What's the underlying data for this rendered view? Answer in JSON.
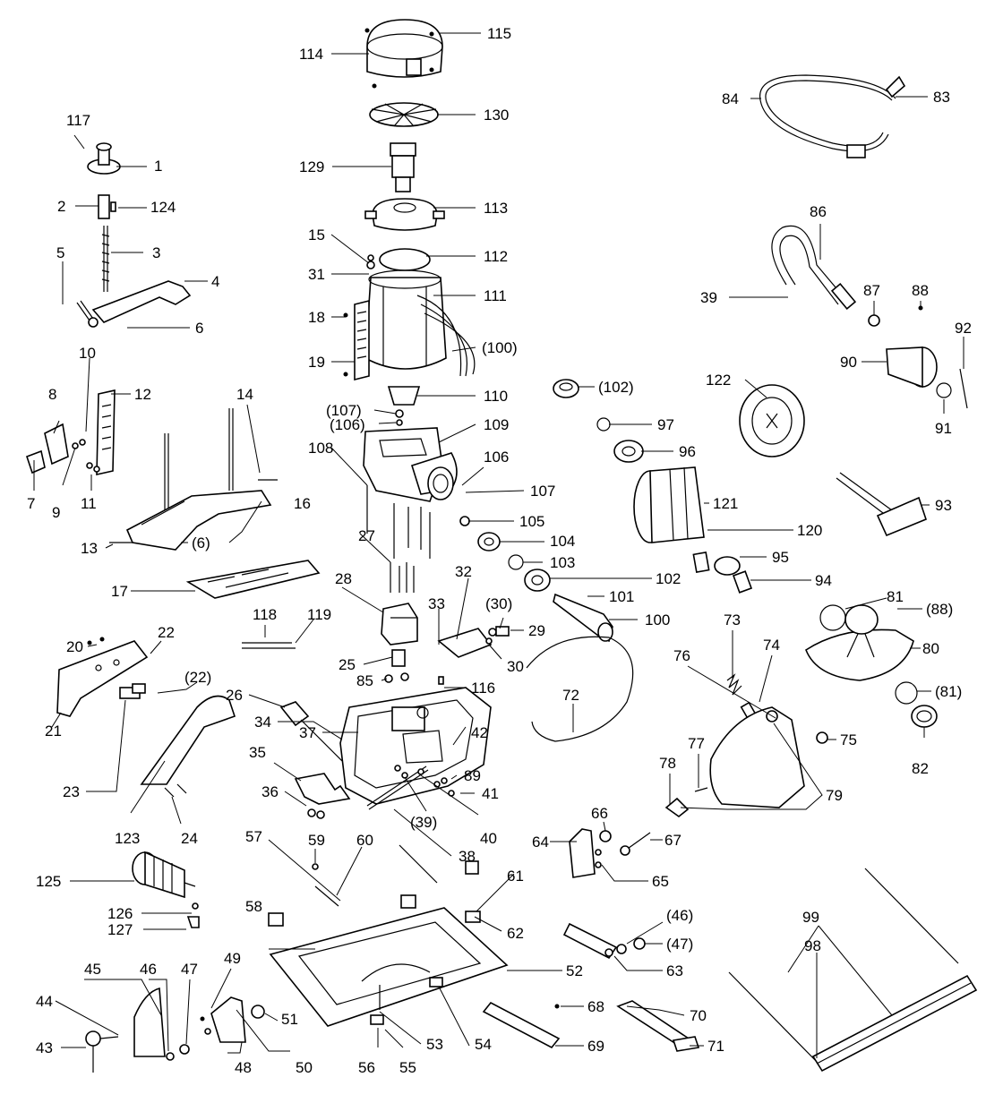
{
  "labels": [
    {
      "id": "l117",
      "text": "117"
    },
    {
      "id": "l1",
      "text": "1"
    },
    {
      "id": "l2",
      "text": "2"
    },
    {
      "id": "l124",
      "text": "124"
    },
    {
      "id": "l3",
      "text": "3"
    },
    {
      "id": "l5",
      "text": "5"
    },
    {
      "id": "l4",
      "text": "4"
    },
    {
      "id": "l6",
      "text": "6"
    },
    {
      "id": "l10",
      "text": "10"
    },
    {
      "id": "l8",
      "text": "8"
    },
    {
      "id": "l12",
      "text": "12"
    },
    {
      "id": "l14",
      "text": "14"
    },
    {
      "id": "l7",
      "text": "7"
    },
    {
      "id": "l11",
      "text": "11"
    },
    {
      "id": "l9",
      "text": "9"
    },
    {
      "id": "l16",
      "text": "16"
    },
    {
      "id": "l6b",
      "text": "(6)"
    },
    {
      "id": "l13",
      "text": "13"
    },
    {
      "id": "l17",
      "text": "17"
    },
    {
      "id": "l118",
      "text": "118"
    },
    {
      "id": "l119",
      "text": "119"
    },
    {
      "id": "l20",
      "text": "20"
    },
    {
      "id": "l22",
      "text": "22"
    },
    {
      "id": "l22b",
      "text": "(22)"
    },
    {
      "id": "l21",
      "text": "21"
    },
    {
      "id": "l23",
      "text": "23"
    },
    {
      "id": "l123",
      "text": "123"
    },
    {
      "id": "l24",
      "text": "24"
    },
    {
      "id": "l125",
      "text": "125"
    },
    {
      "id": "l126",
      "text": "126"
    },
    {
      "id": "l127",
      "text": "127"
    },
    {
      "id": "l44",
      "text": "44"
    },
    {
      "id": "l45",
      "text": "45"
    },
    {
      "id": "l46",
      "text": "46"
    },
    {
      "id": "l47",
      "text": "47"
    },
    {
      "id": "l43",
      "text": "43"
    },
    {
      "id": "l49",
      "text": "49"
    },
    {
      "id": "l48",
      "text": "48"
    },
    {
      "id": "l50",
      "text": "50"
    },
    {
      "id": "l51",
      "text": "51"
    },
    {
      "id": "l114",
      "text": "114"
    },
    {
      "id": "l115",
      "text": "115"
    },
    {
      "id": "l130",
      "text": "130"
    },
    {
      "id": "l129",
      "text": "129"
    },
    {
      "id": "l113",
      "text": "113"
    },
    {
      "id": "l15",
      "text": "15"
    },
    {
      "id": "l112",
      "text": "112"
    },
    {
      "id": "l31",
      "text": "31"
    },
    {
      "id": "l111",
      "text": "111"
    },
    {
      "id": "l18",
      "text": "18"
    },
    {
      "id": "l100b",
      "text": "(100)"
    },
    {
      "id": "l19",
      "text": "19"
    },
    {
      "id": "l107b",
      "text": "(107)"
    },
    {
      "id": "l110",
      "text": "110"
    },
    {
      "id": "l106b",
      "text": "(106)"
    },
    {
      "id": "l109",
      "text": "109"
    },
    {
      "id": "l108",
      "text": "108"
    },
    {
      "id": "l106",
      "text": "106"
    },
    {
      "id": "l107",
      "text": "107"
    },
    {
      "id": "l105",
      "text": "105"
    },
    {
      "id": "l104",
      "text": "104"
    },
    {
      "id": "l27",
      "text": "27"
    },
    {
      "id": "l32",
      "text": "32"
    },
    {
      "id": "l28",
      "text": "28"
    },
    {
      "id": "l33",
      "text": "33"
    },
    {
      "id": "l30b",
      "text": "(30)"
    },
    {
      "id": "l29",
      "text": "29"
    },
    {
      "id": "l30",
      "text": "30"
    },
    {
      "id": "l25",
      "text": "25"
    },
    {
      "id": "l85",
      "text": "85"
    },
    {
      "id": "l116",
      "text": "116"
    },
    {
      "id": "l26",
      "text": "26"
    },
    {
      "id": "l34",
      "text": "34"
    },
    {
      "id": "l37",
      "text": "37"
    },
    {
      "id": "l42",
      "text": "42"
    },
    {
      "id": "l35",
      "text": "35"
    },
    {
      "id": "l89",
      "text": "89"
    },
    {
      "id": "l41",
      "text": "41"
    },
    {
      "id": "l36",
      "text": "36"
    },
    {
      "id": "l39b",
      "text": "(39)"
    },
    {
      "id": "l40",
      "text": "40"
    },
    {
      "id": "l38",
      "text": "38"
    },
    {
      "id": "l57",
      "text": "57"
    },
    {
      "id": "l59",
      "text": "59"
    },
    {
      "id": "l60",
      "text": "60"
    },
    {
      "id": "l61",
      "text": "61"
    },
    {
      "id": "l58",
      "text": "58"
    },
    {
      "id": "l62",
      "text": "62"
    },
    {
      "id": "l52",
      "text": "52"
    },
    {
      "id": "l53",
      "text": "53"
    },
    {
      "id": "l54",
      "text": "54"
    },
    {
      "id": "l56",
      "text": "56"
    },
    {
      "id": "l55",
      "text": "55"
    },
    {
      "id": "l84",
      "text": "84"
    },
    {
      "id": "l83",
      "text": "83"
    },
    {
      "id": "l86",
      "text": "86"
    },
    {
      "id": "l87",
      "text": "87"
    },
    {
      "id": "l88",
      "text": "88"
    },
    {
      "id": "l39",
      "text": "39"
    },
    {
      "id": "l92",
      "text": "92"
    },
    {
      "id": "l90",
      "text": "90"
    },
    {
      "id": "l102b",
      "text": "(102)"
    },
    {
      "id": "l122",
      "text": "122"
    },
    {
      "id": "l91",
      "text": "91"
    },
    {
      "id": "l97",
      "text": "97"
    },
    {
      "id": "l96",
      "text": "96"
    },
    {
      "id": "l121",
      "text": "121"
    },
    {
      "id": "l93",
      "text": "93"
    },
    {
      "id": "l120",
      "text": "120"
    },
    {
      "id": "l103",
      "text": "103"
    },
    {
      "id": "l95",
      "text": "95"
    },
    {
      "id": "l102",
      "text": "102"
    },
    {
      "id": "l94",
      "text": "94"
    },
    {
      "id": "l101",
      "text": "101"
    },
    {
      "id": "l100",
      "text": "100"
    },
    {
      "id": "l81",
      "text": "81"
    },
    {
      "id": "l88b",
      "text": "(88)"
    },
    {
      "id": "l73",
      "text": "73"
    },
    {
      "id": "l80",
      "text": "80"
    },
    {
      "id": "l76",
      "text": "76"
    },
    {
      "id": "l74",
      "text": "74"
    },
    {
      "id": "l72",
      "text": "72"
    },
    {
      "id": "l81b",
      "text": "(81)"
    },
    {
      "id": "l75",
      "text": "75"
    },
    {
      "id": "l77",
      "text": "77"
    },
    {
      "id": "l82",
      "text": "82"
    },
    {
      "id": "l78",
      "text": "78"
    },
    {
      "id": "l79",
      "text": "79"
    },
    {
      "id": "l66",
      "text": "66"
    },
    {
      "id": "l64",
      "text": "64"
    },
    {
      "id": "l67",
      "text": "67"
    },
    {
      "id": "l65",
      "text": "65"
    },
    {
      "id": "l46b",
      "text": "(46)"
    },
    {
      "id": "l47b",
      "text": "(47)"
    },
    {
      "id": "l63",
      "text": "63"
    },
    {
      "id": "l68",
      "text": "68"
    },
    {
      "id": "l69",
      "text": "69"
    },
    {
      "id": "l70",
      "text": "70"
    },
    {
      "id": "l71",
      "text": "71"
    },
    {
      "id": "l99",
      "text": "99"
    },
    {
      "id": "l98",
      "text": "98"
    }
  ]
}
